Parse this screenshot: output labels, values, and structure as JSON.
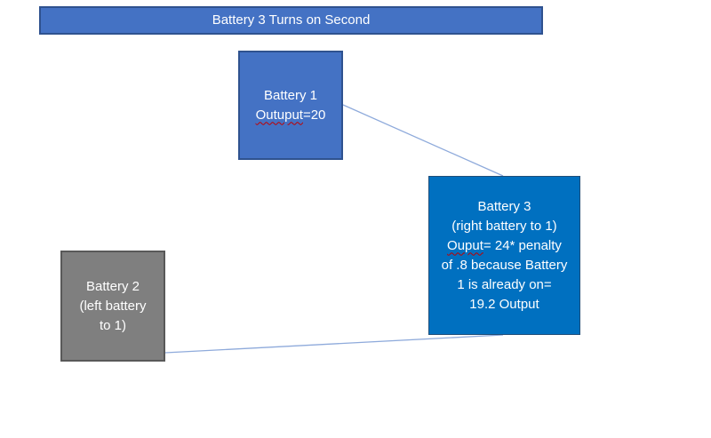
{
  "title_bar": {
    "label": "Battery 3 Turns on Second",
    "fill": "#4472C4",
    "border": "#2F528F",
    "text_color": "#FFFFFF"
  },
  "battery1": {
    "line1": "Battery 1",
    "line2_misspelled": "Outuput",
    "line2_rest": "=20",
    "fill": "#4472C4",
    "border": "#2F528F",
    "text_color": "#FFFFFF"
  },
  "battery3": {
    "line1": "Battery 3",
    "line2": "(right battery to 1)",
    "line3_misspelled": "Ouput",
    "line3_rest": "= 24* penalty",
    "line4": "of .8 because Battery",
    "line5": "1 is already on=",
    "line6": "19.2 Output",
    "fill": "#0070C0",
    "border": "#1F4E79",
    "text_color": "#FFFFFF"
  },
  "battery2": {
    "line1": "Battery 2",
    "line2": "(left battery",
    "line3": "to 1)",
    "fill": "#7F7F7F",
    "border": "#595959",
    "text_color": "#FFFFFF"
  },
  "connectors": {
    "color": "#8EAADB"
  },
  "spellcheck": {
    "underline_color": "#C00000"
  }
}
